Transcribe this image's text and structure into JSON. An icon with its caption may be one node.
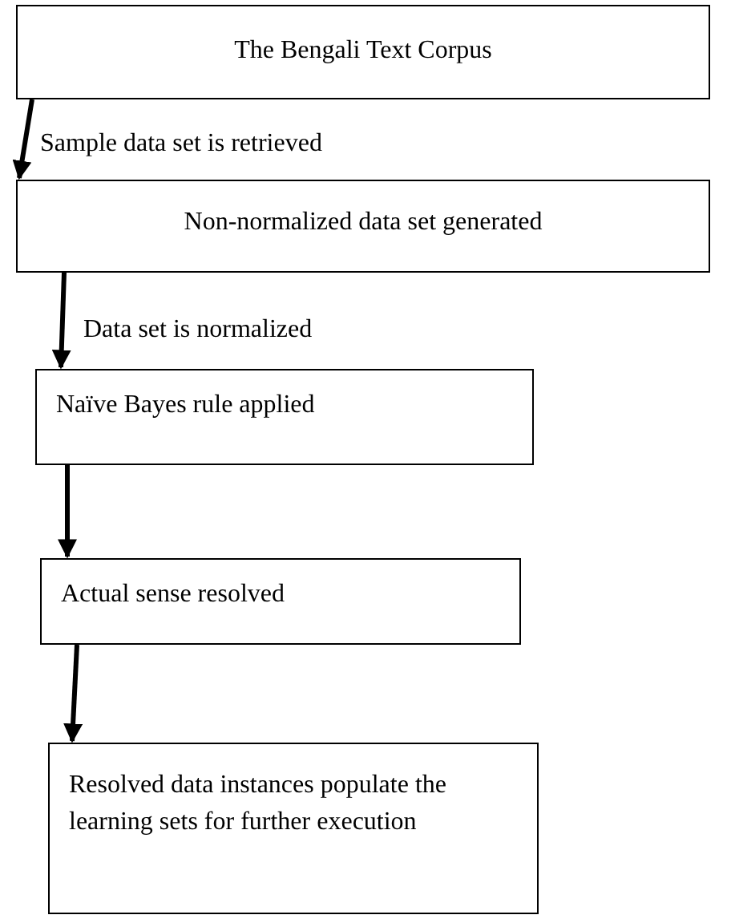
{
  "diagram": {
    "nodes": [
      {
        "text": [
          "The Bengali Text Corpus"
        ]
      },
      {
        "text": [
          "Non-normalized data set generated"
        ]
      },
      {
        "text": [
          "Naïve Bayes rule applied"
        ]
      },
      {
        "text": [
          "Actual sense resolved"
        ]
      },
      {
        "text": [
          "Resolved data instances populate the learning sets for further execution"
        ]
      }
    ],
    "edges": [
      {
        "from": 0,
        "to": 1,
        "arrow": "to",
        "label": "Sample data set is retrieved"
      },
      {
        "from": 1,
        "to": 2,
        "arrow": "to",
        "label": "Data set is normalized"
      },
      {
        "from": 2,
        "to": 3,
        "arrow": "to"
      },
      {
        "from": 3,
        "to": 4,
        "arrow": "to"
      }
    ]
  }
}
